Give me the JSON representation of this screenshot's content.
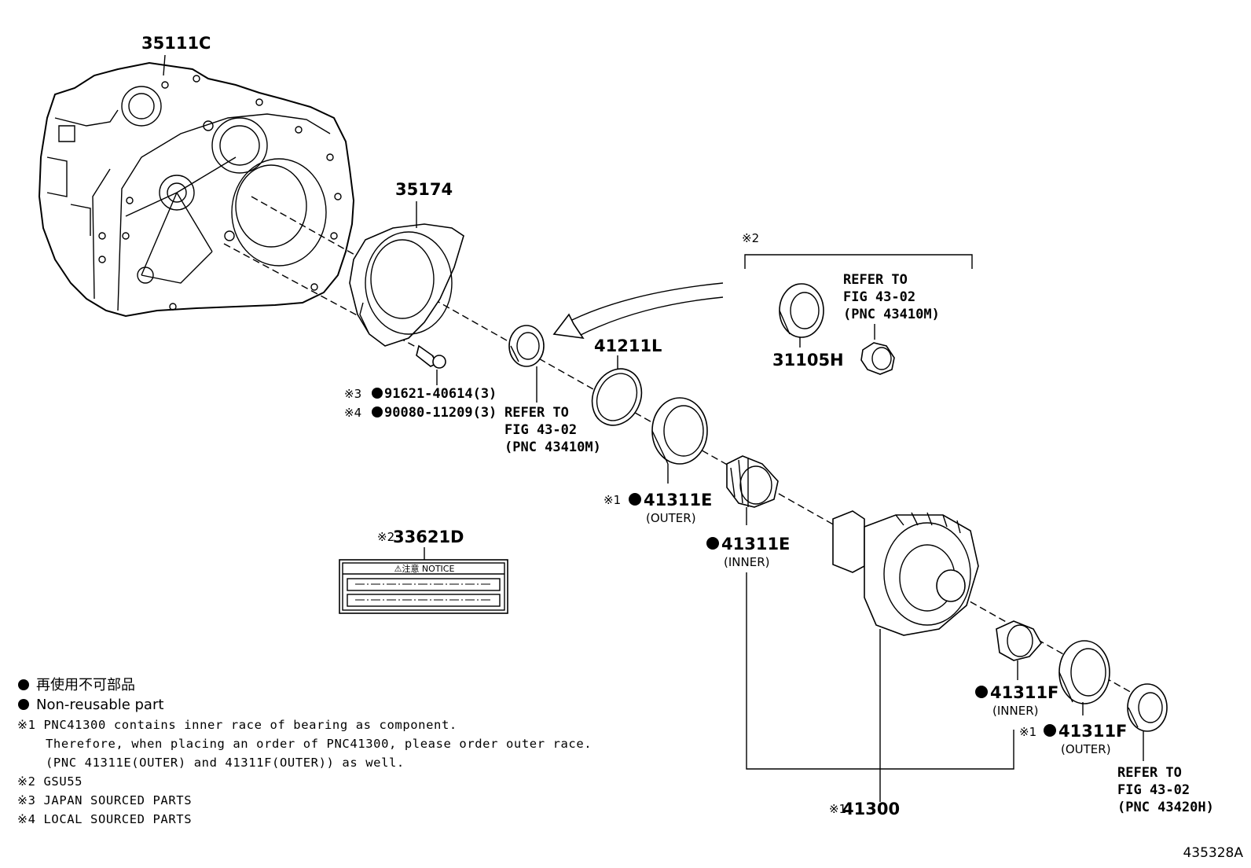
{
  "diagram_id": "435328A",
  "parts": {
    "housing": {
      "label": "35111C"
    },
    "shim_plate": {
      "label": "35174"
    },
    "bolt_jp": {
      "mark": "※3",
      "label": "91621-40614(3)"
    },
    "bolt_local": {
      "mark": "※4",
      "label": "90080-11209(3)"
    },
    "seal_left": {
      "line1": "REFER TO",
      "line2": "FIG 43-02",
      "line3": "(PNC 43410M)"
    },
    "shim_ring": {
      "label": "41211L"
    },
    "bearing_outer_e": {
      "mark": "※1",
      "label": "41311E",
      "sub": "(OUTER)"
    },
    "bearing_inner_e": {
      "label": "41311E",
      "sub": "(INNER)"
    },
    "differential": {
      "mark": "※1",
      "label": "41300"
    },
    "bearing_inner_f": {
      "label": "41311F",
      "sub": "(INNER)"
    },
    "bearing_outer_f": {
      "mark": "※1",
      "label": "41311F",
      "sub": "(OUTER)"
    },
    "seal_right": {
      "line1": "REFER TO",
      "line2": "FIG 43-02",
      "line3": "(PNC 43420H)"
    },
    "gsu_group": {
      "mark": "※2"
    },
    "seal_31105": {
      "label": "31105H"
    },
    "seal_ref_top": {
      "line1": "REFER TO",
      "line2": "FIG 43-02",
      "line3": "(PNC 43410M)"
    },
    "notice_label": {
      "mark": "※2",
      "label": "33621D",
      "header": "⚠注意  NOTICE"
    }
  },
  "legend": {
    "jp_nonreusable": "再使用不可部品",
    "nonreusable": "Non-reusable part",
    "note1_l1": "※1 PNC41300 contains inner race of bearing as component.",
    "note1_l2": "Therefore, when placing an order of PNC41300, please order outer race.",
    "note1_l3": "(PNC 41311E(OUTER) and 41311F(OUTER)) as well.",
    "note2": "※2 GSU55",
    "note3": "※3 JAPAN SOURCED PARTS",
    "note4": "※4 LOCAL SOURCED PARTS"
  }
}
